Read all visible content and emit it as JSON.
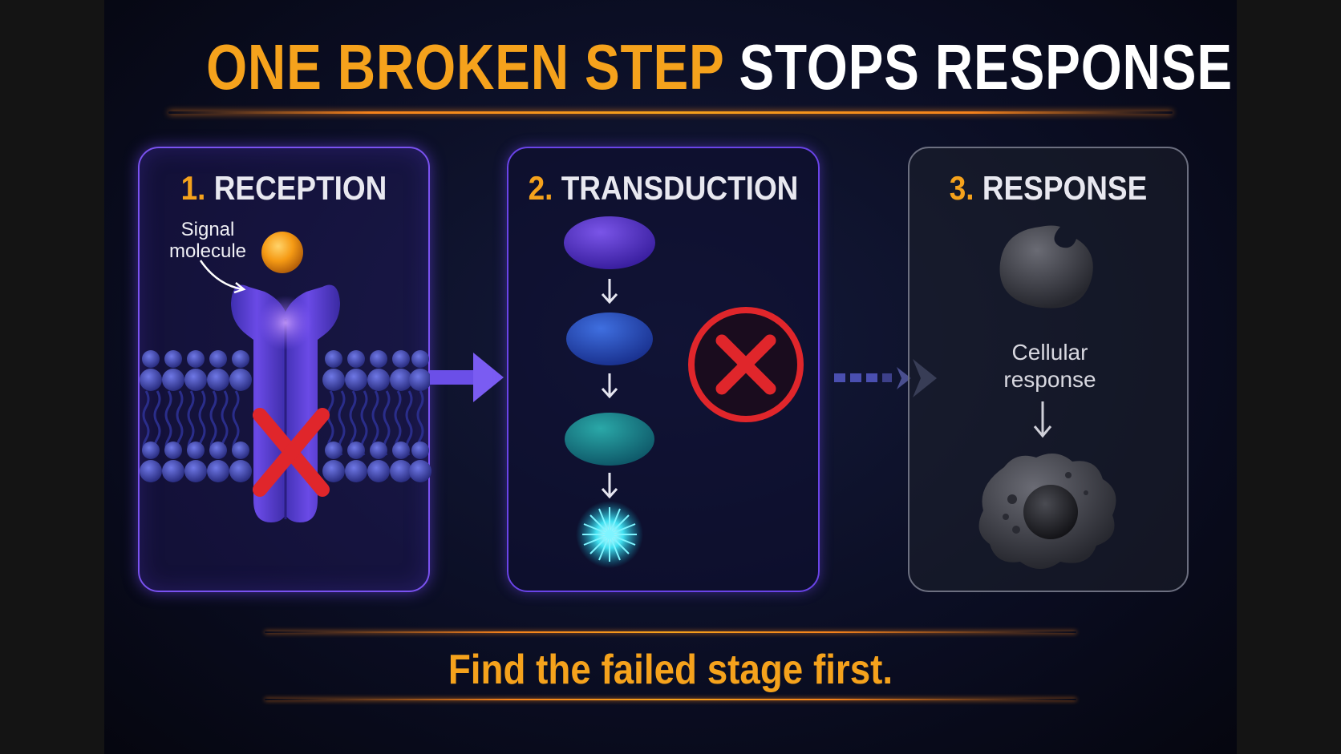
{
  "title": {
    "highlight": "ONE BROKEN STEP",
    "rest": "STOPS RESPONSE"
  },
  "stages": [
    {
      "number": "1.",
      "label": "RECEPTION",
      "annotation_line1": "Signal",
      "annotation_line2": "molecule"
    },
    {
      "number": "2.",
      "label": "TRANSDUCTION"
    },
    {
      "number": "3.",
      "label": "RESPONSE",
      "annotation_line1": "Cellular",
      "annotation_line2": "response"
    }
  ],
  "footer": "Find the failed stage first.",
  "colors": {
    "accent": "#f5a21c",
    "failure": "#e0262b",
    "receptor": "#5b3fd6",
    "panel_active": "#6a44e8",
    "panel_dim": "#7a7d8c"
  },
  "icons": [
    "signal-molecule-icon",
    "receptor-icon",
    "membrane-icon",
    "failure-x-icon",
    "relay-protein-icon",
    "spark-icon",
    "protein-icon",
    "cell-icon"
  ]
}
